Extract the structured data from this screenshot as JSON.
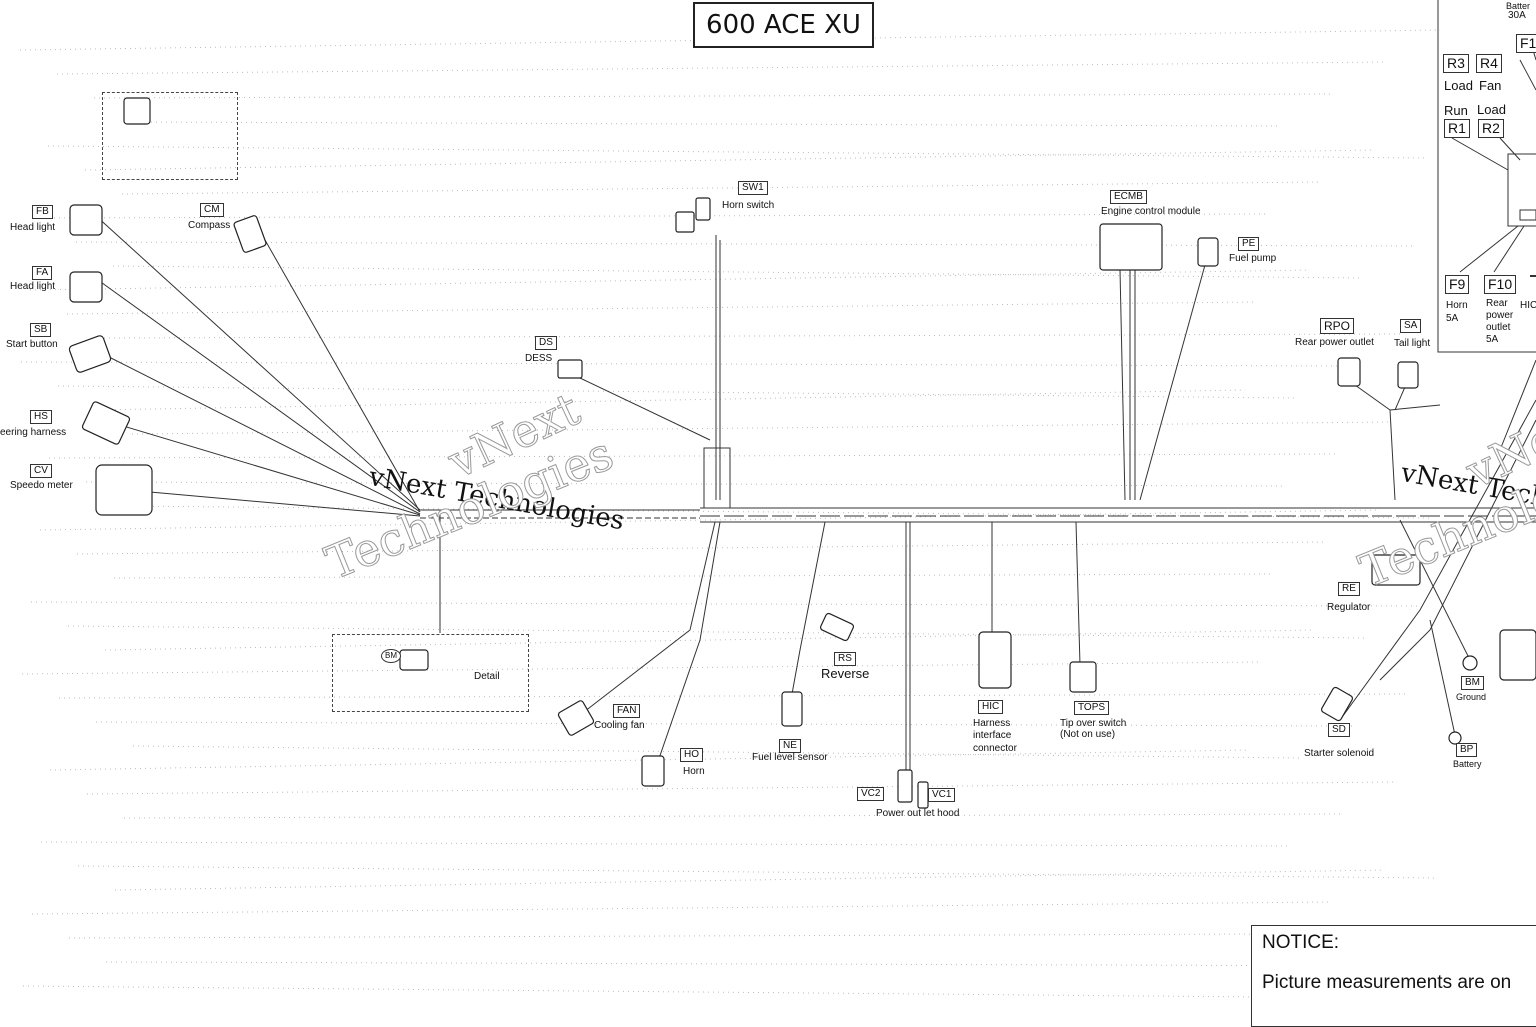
{
  "title": "600 ACE XU",
  "watermark": {
    "text_line1": "vNext Technologies",
    "outline_line1": "vNext",
    "outline_line2": "Technologies"
  },
  "connectors": {
    "fb": {
      "code": "FB",
      "label": "Head light"
    },
    "fa": {
      "code": "FA",
      "label": "Head light"
    },
    "sb": {
      "code": "SB",
      "label": "Start button"
    },
    "hs": {
      "code": "HS",
      "label": "eering harness"
    },
    "cv": {
      "code": "CV",
      "label": "Speedo meter"
    },
    "cm": {
      "code": "CM",
      "label": "Compass"
    },
    "sw1": {
      "code": "SW1",
      "label": "Horn switch"
    },
    "ds": {
      "code": "DS",
      "label": "DESS"
    },
    "ecmb": {
      "code": "ECMB",
      "label": "Engine control module"
    },
    "pe": {
      "code": "PE",
      "label": "Fuel pump"
    },
    "rpo": {
      "code": "RPO",
      "label": "Rear power outlet"
    },
    "sa": {
      "code": "SA",
      "label": "Tail light"
    },
    "re": {
      "code": "RE",
      "label": "Regulator"
    },
    "sd": {
      "code": "SD",
      "label": "Starter solenoid"
    },
    "bm": {
      "code": "BM",
      "label": "Ground"
    },
    "bp": {
      "code": "BP",
      "label": "Battery"
    },
    "rs": {
      "code": "RS",
      "label": "Reverse"
    },
    "ne": {
      "code": "NE",
      "label": "Fuel level sensor"
    },
    "fan": {
      "code": "FAN",
      "label": "Cooling fan"
    },
    "ho": {
      "code": "HO",
      "label": "Horn"
    },
    "hic": {
      "code": "HIC",
      "label_l1": "Harness",
      "label_l2": "interface",
      "label_l3": "connector"
    },
    "tops": {
      "code": "TOPS",
      "label_l1": "Tip over switch",
      "label_l2": "(Not on use)"
    },
    "vc1": {
      "code": "VC1"
    },
    "vc2": {
      "code": "VC2",
      "label": "Power out let hood"
    }
  },
  "detail": {
    "label": "Detail",
    "inset_code": "BM"
  },
  "fuse_box": {
    "battery_label": "Batter",
    "battery_amp": "30A",
    "f1": "F1",
    "r3": {
      "code": "R3",
      "label": "Load"
    },
    "r4": {
      "code": "R4",
      "label": "Fan"
    },
    "r1": {
      "code": "R1",
      "label": "Run"
    },
    "r2": {
      "code": "R2",
      "label": "Load"
    },
    "f9": {
      "code": "F9",
      "label_l1": "Horn",
      "label_l2": "5A"
    },
    "f10": {
      "code": "F10",
      "label_l1": "Rear",
      "label_l2": "power",
      "label_l3": "outlet",
      "label_l4": "5A"
    },
    "hic_partial": "HIC"
  },
  "notice": {
    "heading": "NOTICE:",
    "body": "Picture measurements are on"
  }
}
